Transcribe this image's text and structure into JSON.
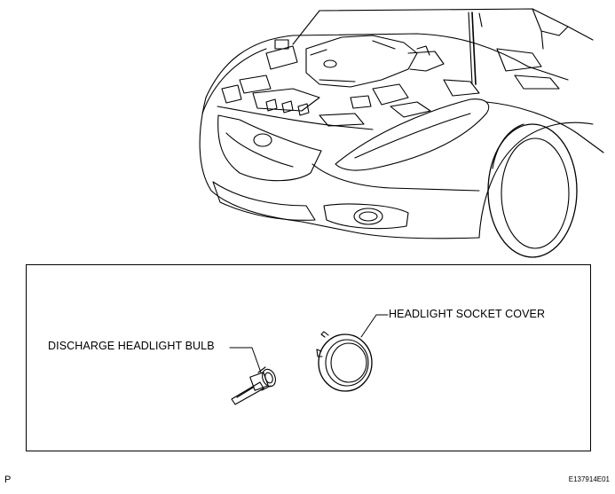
{
  "labels": {
    "bulb": "DISCHARGE HEADLIGHT BULB",
    "cover": "HEADLIGHT SOCKET COVER"
  },
  "footer": {
    "page_letter": "P",
    "figure_id": "E137914E01"
  },
  "colors": {
    "line": "#000000",
    "background": "#ffffff"
  }
}
